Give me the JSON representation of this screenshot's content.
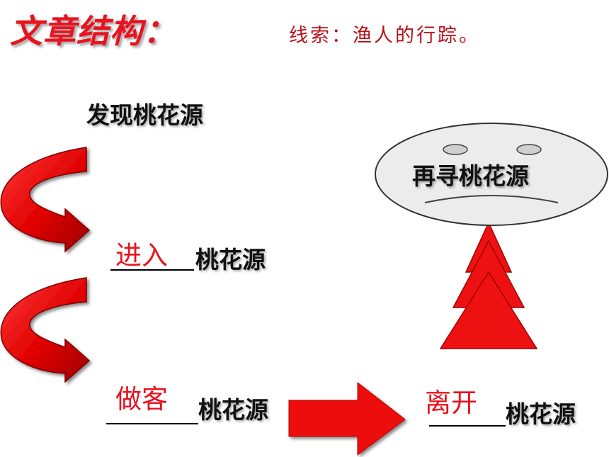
{
  "heading": {
    "title": "文章结构：",
    "clue": "线索：渔人的行踪。"
  },
  "steps": {
    "discover": {
      "label": "发现桃花源"
    },
    "enter": {
      "answer": "进入",
      "label": "桃花源"
    },
    "guest": {
      "answer": "做客",
      "label": "桃花源"
    },
    "leave": {
      "answer": "离开",
      "label": "桃花源"
    },
    "seek_again": {
      "label": "再寻桃花源"
    }
  },
  "colors": {
    "accent_red": "#e8131f",
    "dark_red": "#b8101a",
    "text_black": "#111111",
    "bubble_fill": "#ececec"
  }
}
